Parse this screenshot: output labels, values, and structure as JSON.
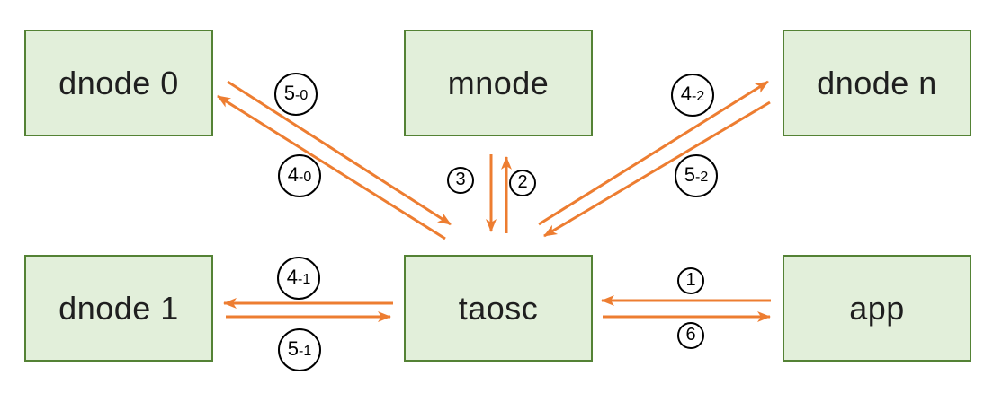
{
  "diagram": {
    "nodes": [
      {
        "id": "dnode0",
        "label": "dnode 0"
      },
      {
        "id": "mnode",
        "label": "mnode"
      },
      {
        "id": "dnoden",
        "label": "dnode n"
      },
      {
        "id": "dnode1",
        "label": "dnode 1"
      },
      {
        "id": "taosc",
        "label": "taosc"
      },
      {
        "id": "app",
        "label": "app"
      }
    ],
    "edges": [
      {
        "num": "1",
        "sub": "",
        "from": "app",
        "to": "taosc"
      },
      {
        "num": "6",
        "sub": "",
        "from": "taosc",
        "to": "app"
      },
      {
        "num": "2",
        "sub": "",
        "from": "taosc",
        "to": "mnode"
      },
      {
        "num": "3",
        "sub": "",
        "from": "mnode",
        "to": "taosc"
      },
      {
        "num": "4",
        "sub": "-0",
        "from": "taosc",
        "to": "dnode 0"
      },
      {
        "num": "5",
        "sub": "-0",
        "from": "dnode 0",
        "to": "taosc"
      },
      {
        "num": "4",
        "sub": "-1",
        "from": "taosc",
        "to": "dnode 1"
      },
      {
        "num": "5",
        "sub": "-1",
        "from": "dnode 1",
        "to": "taosc"
      },
      {
        "num": "4",
        "sub": "-2",
        "from": "taosc",
        "to": "dnode n"
      },
      {
        "num": "5",
        "sub": "-2",
        "from": "dnode n",
        "to": "taosc"
      }
    ],
    "colors": {
      "node_fill": "#e2efda",
      "node_border": "#548235",
      "arrow": "#ed7d31",
      "badge_border": "#000000",
      "badge_fill": "#ffffff",
      "text": "#1f1f1f"
    }
  }
}
